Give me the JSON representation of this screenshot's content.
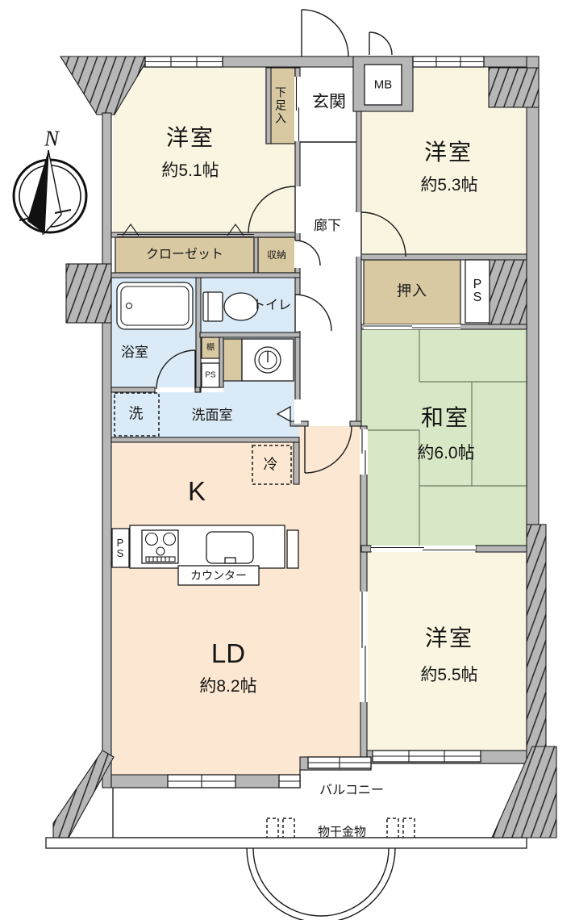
{
  "compass": {
    "north_label": "N"
  },
  "rooms": {
    "yoshitsu_51": {
      "name": "洋室",
      "size": "約5.1帖"
    },
    "yoshitsu_53": {
      "name": "洋室",
      "size": "約5.3帖"
    },
    "washitsu_60": {
      "name": "和室",
      "size": "約6.0帖"
    },
    "yoshitsu_55": {
      "name": "洋室",
      "size": "約5.5帖"
    },
    "living_dining": {
      "name": "LD",
      "size": "約8.2帖"
    },
    "kitchen": {
      "name": "K"
    },
    "genkan": {
      "name": "玄関"
    },
    "hallway": {
      "name": "廊下"
    },
    "bathroom": {
      "name": "浴室"
    },
    "toilet": {
      "name": "トイレ"
    },
    "washroom": {
      "name": "洗面室"
    },
    "balcony": {
      "name": "バルコニー"
    }
  },
  "storage": {
    "closet": "クローゼット",
    "storage_small": "収納",
    "shoe_cabinet": "下足入",
    "oshiire": "押入",
    "shelf": "棚"
  },
  "labels": {
    "meter_box": "MB",
    "pipe_space_right": "PS",
    "pipe_space_lower": "PS",
    "pipe_space_kitchen": "PS",
    "refrigerator": "冷",
    "washing_machine": "洗",
    "counter": "カウンター",
    "drying_fixture": "物干金物"
  },
  "colors": {
    "wall_gray": "#b7b7b7",
    "western_room_cream": "#f9f5e1",
    "japanese_room_green": "#d8e8c6",
    "ldk_peach": "#fce8d2",
    "wet_area_blue": "#daebf7",
    "storage_tan": "#d9c9a3",
    "line_black": "#1b1b1b"
  }
}
